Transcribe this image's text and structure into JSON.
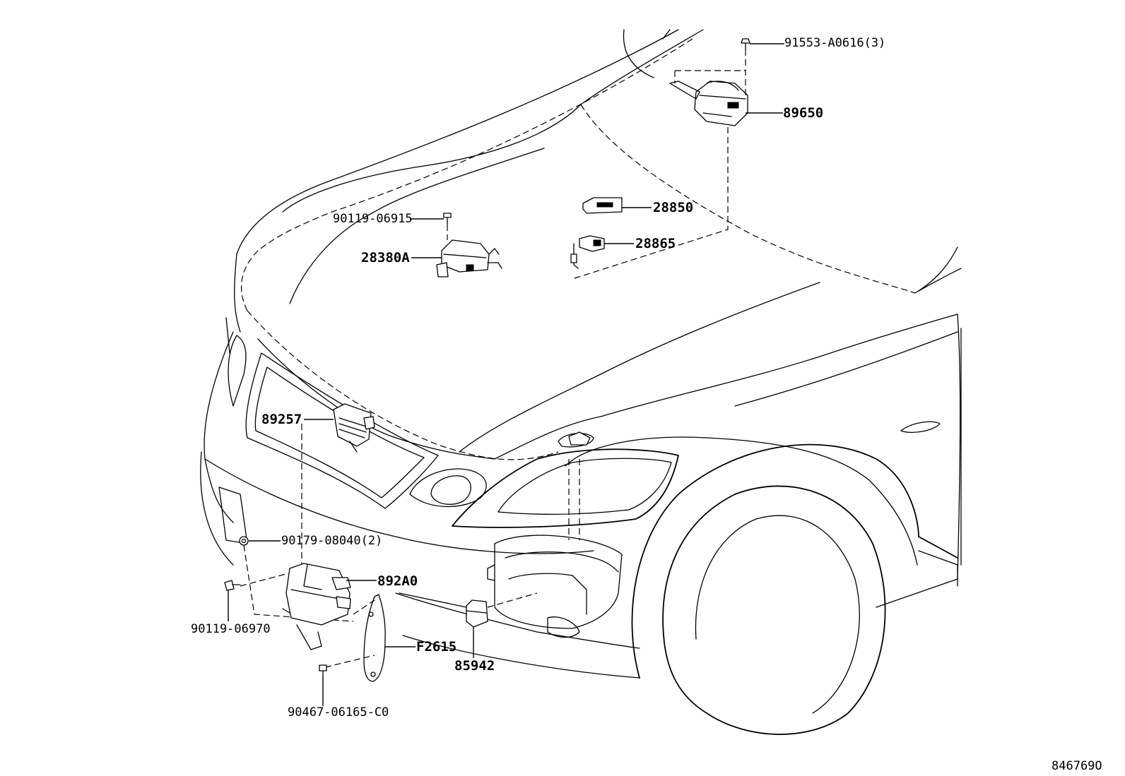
{
  "parts": [
    {
      "id": "fastener-top",
      "label": "91553-A0616(3)"
    },
    {
      "id": "sensor-89650",
      "label": "89650"
    },
    {
      "id": "part-28850",
      "label": "28850"
    },
    {
      "id": "part-28865",
      "label": "28865"
    },
    {
      "id": "bolt-06915",
      "label": "90119-06915"
    },
    {
      "id": "part-28380a",
      "label": "28380A"
    },
    {
      "id": "sensor-89257",
      "label": "89257"
    },
    {
      "id": "nut-08040",
      "label": "90179-08040(2)"
    },
    {
      "id": "module-892a0",
      "label": "892A0"
    },
    {
      "id": "bolt-06970",
      "label": "90119-06970"
    },
    {
      "id": "bracket-f2615",
      "label": "F2615"
    },
    {
      "id": "relay-85942",
      "label": "85942"
    },
    {
      "id": "screw-06165",
      "label": "90467-06165-C0"
    }
  ],
  "diagram_id": "846769O"
}
